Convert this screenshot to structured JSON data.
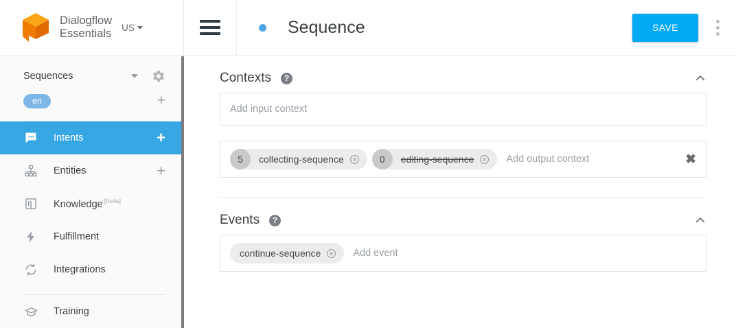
{
  "brand": {
    "logo_icon": "dialogflow-cube-logo",
    "name_line1": "Dialogflow",
    "name_line2": "Essentials",
    "region": "US",
    "region_caret_icon": "caret-down-icon"
  },
  "sidebar": {
    "agent": {
      "name": "Sequences",
      "caret_icon": "caret-down-icon",
      "settings_icon": "gear-icon"
    },
    "language": {
      "chip": "en",
      "add_icon": "plus-icon"
    },
    "items": [
      {
        "label": "Intents",
        "icon": "chat-bubble-icon",
        "active": true,
        "plus": "+"
      },
      {
        "label": "Entities",
        "icon": "hierarchy-icon",
        "active": false,
        "plus": "+"
      },
      {
        "label": "Knowledge",
        "icon": "book-icon",
        "active": false,
        "badge": "[beta]"
      },
      {
        "label": "Fulfillment",
        "icon": "lightning-bolt-icon",
        "active": false
      },
      {
        "label": "Integrations",
        "icon": "sync-icon",
        "active": false
      },
      {
        "label": "Training",
        "icon": "graduation-cap-icon",
        "active": false
      }
    ],
    "scrollbar": "vertical-scrollbar"
  },
  "topbar": {
    "menu_icon": "hamburger-menu-icon",
    "status_dot": "status-dot-icon",
    "title": "Sequence",
    "save_label": "SAVE",
    "more_icon": "kebab-menu-icon"
  },
  "colors": {
    "accent_blue": "#03a9f4",
    "sidebar_active": "#36a7e3",
    "lang_chip": "#7cb7e8",
    "status_dot": "#4fa3e3",
    "logo_orange": "#f08000"
  },
  "contexts": {
    "title": "Contexts",
    "help_icon": "help-circle-icon",
    "collapse_icon": "chevron-up-icon",
    "input_placeholder": "Add input context",
    "output_placeholder": "Add output context",
    "clear_icon": "close-x-icon",
    "output_chips": [
      {
        "count": "5",
        "name": "collecting-sequence",
        "struck": false,
        "remove_icon": "chip-remove-icon"
      },
      {
        "count": "0",
        "name": "editing-sequence",
        "struck": true,
        "remove_icon": "chip-remove-icon"
      }
    ]
  },
  "events": {
    "title": "Events",
    "help_icon": "help-circle-icon",
    "collapse_icon": "chevron-up-icon",
    "placeholder": "Add event",
    "chips": [
      {
        "name": "continue-sequence",
        "remove_icon": "chip-remove-icon"
      }
    ]
  }
}
